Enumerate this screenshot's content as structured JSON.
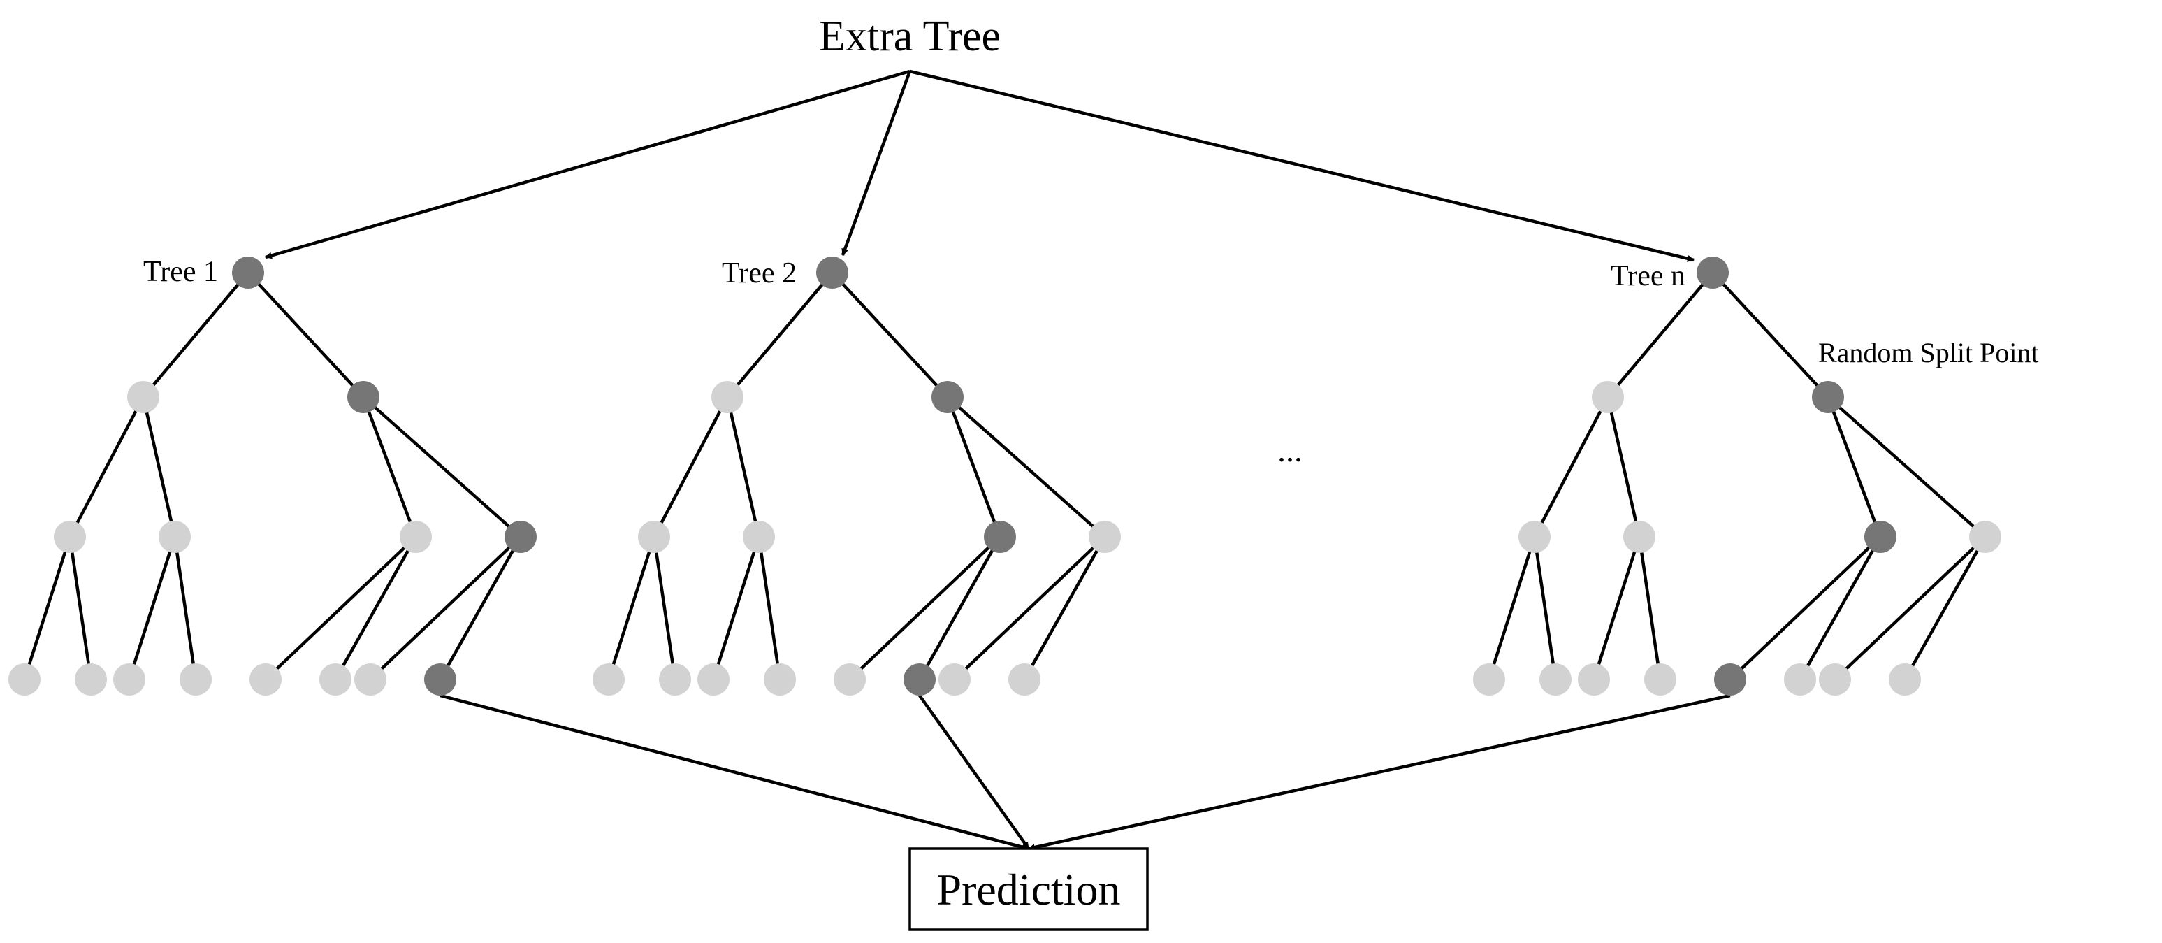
{
  "title": "Extra Tree",
  "trees": [
    {
      "label": "Tree 1",
      "path": [
        1,
        1,
        1
      ]
    },
    {
      "label": "Tree 2",
      "path": [
        1,
        0,
        1
      ]
    },
    {
      "label": "Tree n",
      "path": [
        1,
        0,
        0
      ]
    }
  ],
  "ellipsis": "...",
  "random_split_label": "Random Split Point",
  "prediction_label": "Prediction",
  "colors": {
    "selected_node": "#767676",
    "other_node": "#d2d2d2",
    "line": "#000000"
  }
}
